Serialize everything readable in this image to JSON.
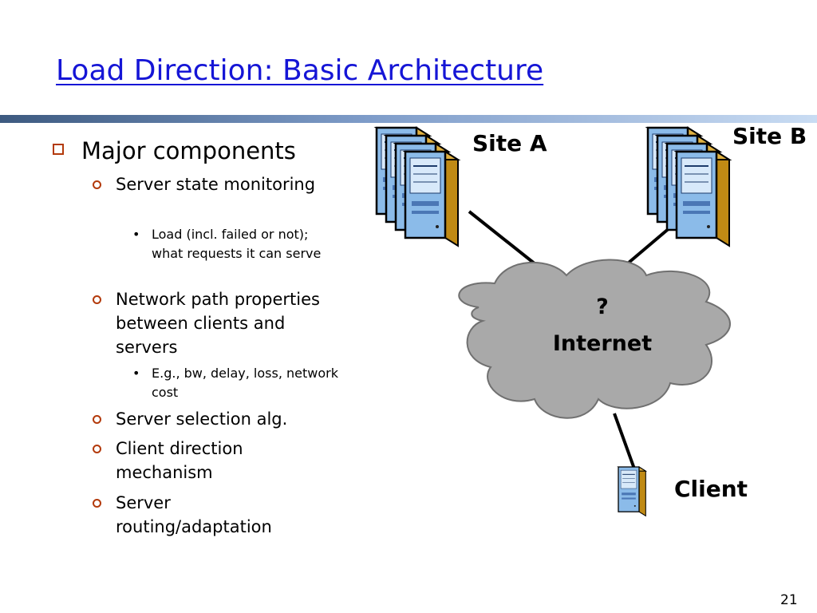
{
  "slide": {
    "title": "Load Direction: Basic Architecture",
    "page_number": "21"
  },
  "bullets": {
    "main": "Major components",
    "item1": "Server state monitoring",
    "item1_sub": "Load (incl. failed or not); what requests it can serve",
    "item2": "Network path properties between clients and servers",
    "item2_sub": "E.g., bw, delay, loss, network cost",
    "item3": "Server selection alg.",
    "item4": "Client direction mechanism",
    "item5": "Server routing/adaptation"
  },
  "diagram": {
    "site_a": "Site A",
    "site_b": "Site B",
    "cloud_question": "?",
    "cloud_label": "Internet",
    "client": "Client"
  }
}
